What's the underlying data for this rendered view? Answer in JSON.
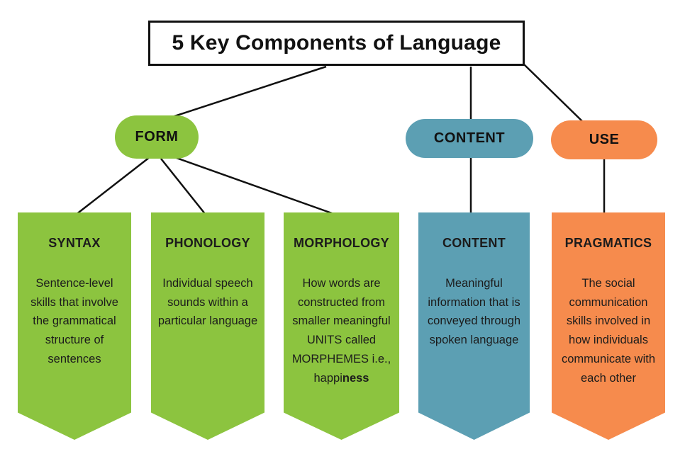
{
  "title": "5 Key Components of Language",
  "colors": {
    "green": "#8cc43f",
    "blue": "#5c9fb3",
    "orange": "#f68b4d",
    "line": "#111111",
    "canvas": "#ffffff",
    "text": "#111111"
  },
  "categories": [
    {
      "label": "FORM",
      "color": "green"
    },
    {
      "label": "CONTENT",
      "color": "blue"
    },
    {
      "label": "USE",
      "color": "orange"
    }
  ],
  "banners": [
    {
      "heading": "SYNTAX",
      "body": "Sentence-level skills that involve the grammatical structure of sentences",
      "color": "green",
      "parent": "FORM"
    },
    {
      "heading": "PHONOLOGY",
      "body": "Individual speech sounds within a particular language",
      "color": "green",
      "parent": "FORM"
    },
    {
      "heading": "MORPHOLOGY",
      "body": "How words are constructed from smaller meaningful UNITS called MORPHEMES i.e., happi",
      "body_bold": "ness",
      "color": "green",
      "parent": "FORM"
    },
    {
      "heading": "CONTENT",
      "body": "Meaningful information that is conveyed through spoken language",
      "color": "blue",
      "parent": "CONTENT"
    },
    {
      "heading": "PRAGMATICS",
      "body": "The social communication skills involved in how individuals communicate with each other",
      "color": "orange",
      "parent": "USE"
    }
  ]
}
